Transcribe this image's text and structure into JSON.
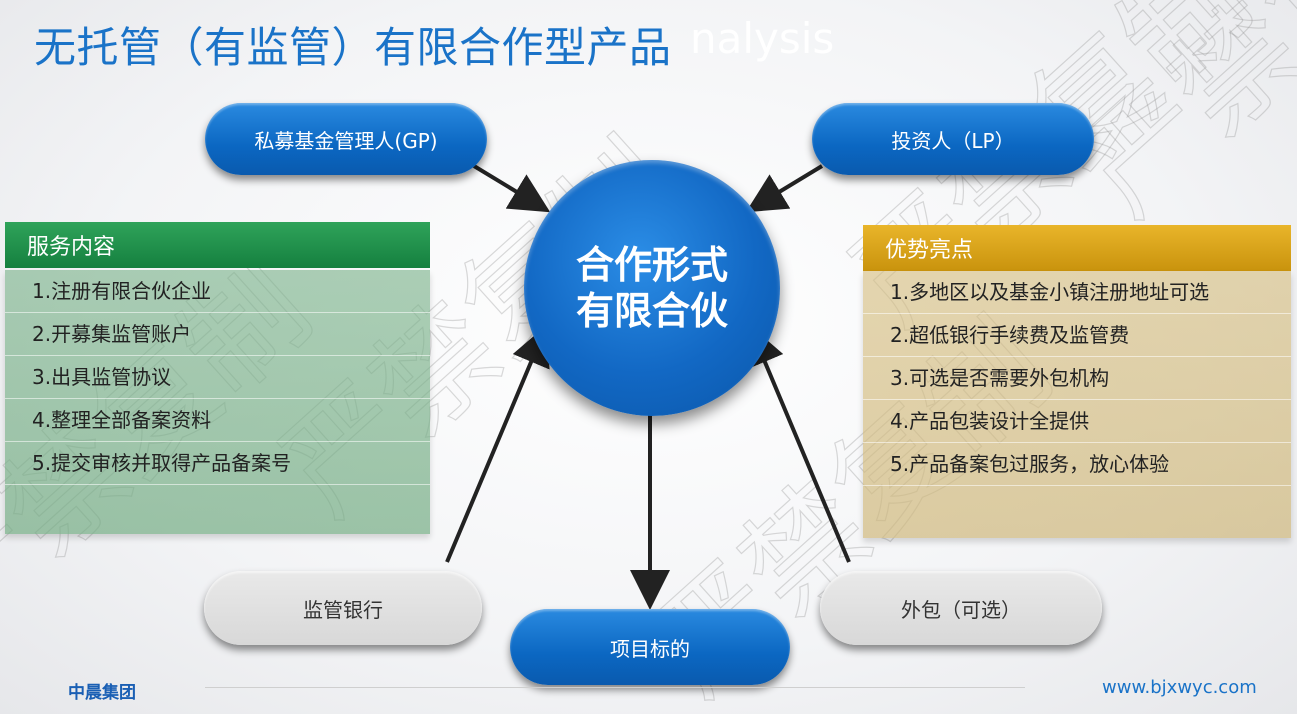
{
  "title": "无托管（有监管）有限合作型产品",
  "title_ghost": "nalysis",
  "watermark_text": "严禁复制",
  "center": {
    "line1": "合作形式",
    "line2": "有限合伙"
  },
  "nodes": {
    "gp": "私募基金管理人(GP)",
    "lp": "投资人（LP）",
    "bank": "监管银行",
    "outsource": "外包（可选）",
    "target": "项目标的"
  },
  "left_panel": {
    "title": "服务内容",
    "items": [
      "1.注册有限合伙企业",
      "2.开募集监管账户",
      "3.出具监管协议",
      "4.整理全部备案资料",
      "5.提交审核并取得产品备案号"
    ]
  },
  "right_panel": {
    "title": "优势亮点",
    "items": [
      "1.多地区以及基金小镇注册地址可选",
      "2.超低银行手续费及监管费",
      "3.可选是否需要外包机构",
      "4.产品包装设计全提供",
      "5.产品备案包过服务，放心体验"
    ]
  },
  "footer": {
    "brand": "中晨集团",
    "website": "www.bjxwyc.com"
  },
  "colors": {
    "accent_blue": "#1a73c8",
    "pill_blue": "#0b67c2",
    "panel_green": "#15803f",
    "panel_gold": "#c9930d"
  }
}
